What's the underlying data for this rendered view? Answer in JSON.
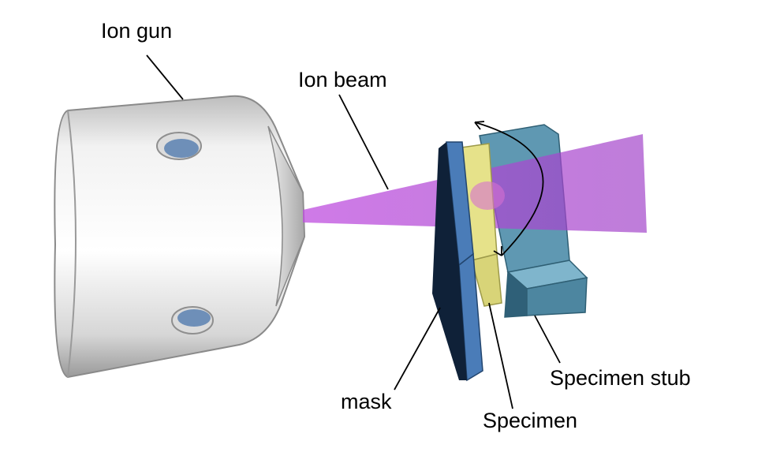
{
  "labels": {
    "ion_gun": "Ion gun",
    "ion_beam": "Ion beam",
    "mask": "mask",
    "specimen": "Specimen",
    "specimen_stub": "Specimen stub"
  },
  "colors": {
    "gun_body": "#e4e4e4",
    "gun_shadow": "#9c9c9c",
    "gun_hole": "#6e8fb8",
    "ion_beam": "#b44fd6",
    "mask": "#4a7cb8",
    "mask_dark": "#0f2138",
    "specimen": "#e8e48c",
    "specimen_stub": "#4f88a2",
    "line": "#000000"
  }
}
